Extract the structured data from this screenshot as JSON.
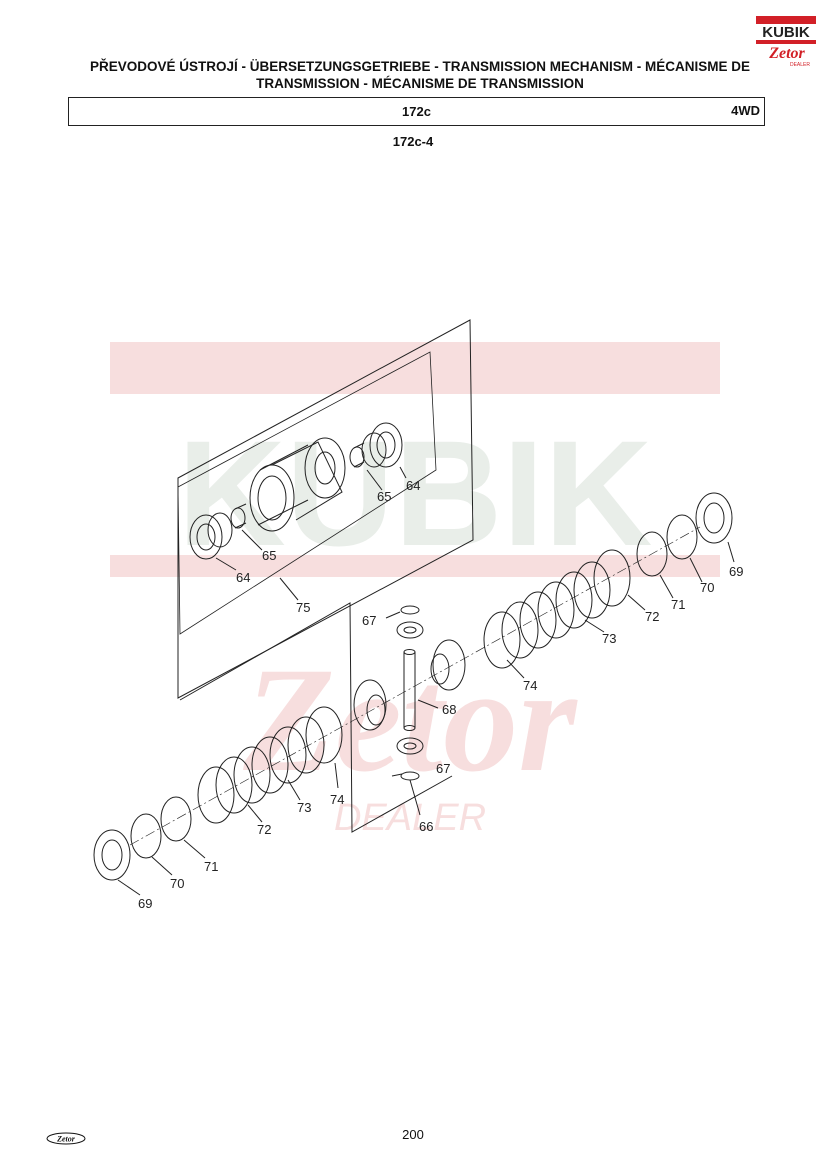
{
  "header": {
    "title_line1": "PŘEVODOVÉ ÚSTROJÍ - ÜBERSETZUNGSGETRIEBE - TRANSMISSION MECHANISM - MÉCANISME DE",
    "title_line2": "TRANSMISSION - MÉCANISME DE TRANSMISSION",
    "group_code": "172c",
    "variant": "4WD",
    "sub_code": "172c-4"
  },
  "logo": {
    "brand": "KUBIK",
    "sub": "Zetor",
    "tag": "DEALER"
  },
  "watermark": {
    "brand": "KUBIK",
    "sub": "Zetor",
    "tag": "DEALER"
  },
  "diagram": {
    "part_numbers": [
      "64",
      "65",
      "65",
      "64",
      "75",
      "67",
      "68",
      "67",
      "66",
      "74",
      "73",
      "72",
      "71",
      "70",
      "69",
      "74",
      "73",
      "72",
      "71",
      "70",
      "69"
    ]
  },
  "footer": {
    "page_number": "200",
    "brand": "Zetor"
  },
  "colors": {
    "watermark_red": "#f7dede",
    "watermark_grey": "#e9eee9",
    "logo_red": "#d22027"
  }
}
